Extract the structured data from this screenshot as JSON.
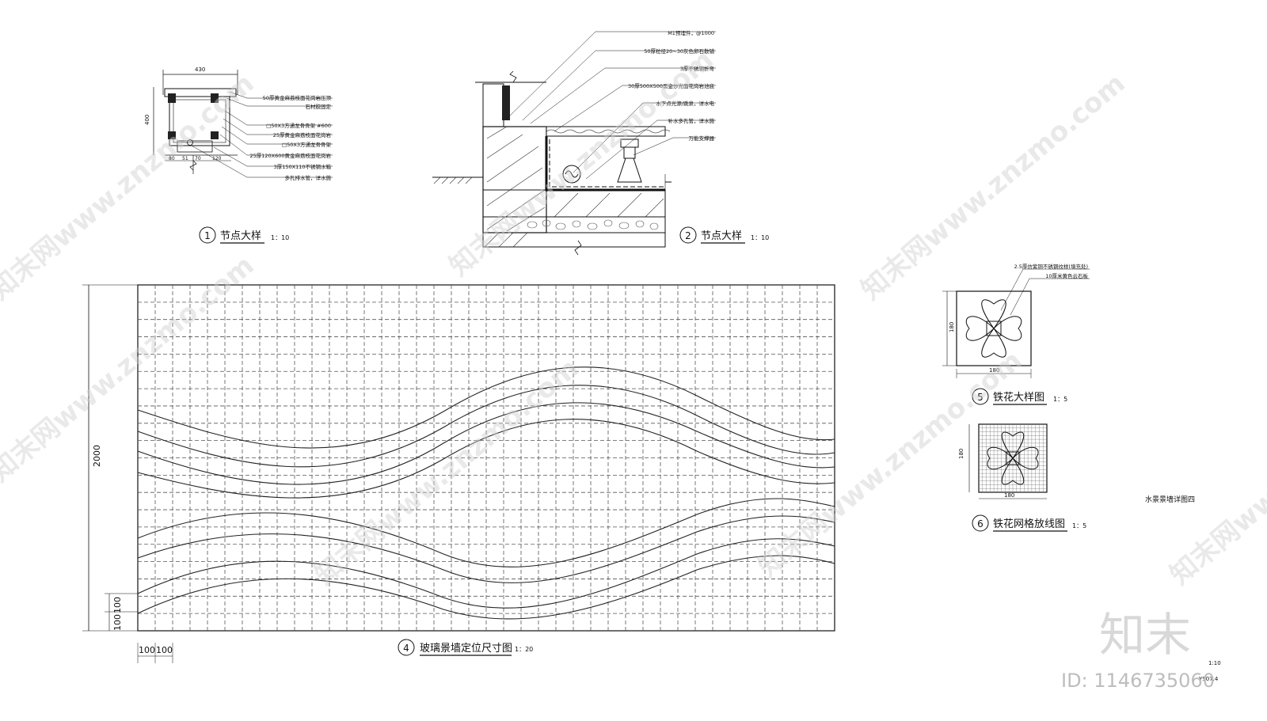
{
  "detail1": {
    "number": "1",
    "title": "节点大样",
    "scale": "1：10",
    "dim_top": "430",
    "dim_side": "400",
    "dims_bottom": [
      "80",
      "51",
      "70",
      "120"
    ],
    "notes": [
      "50厚黄金麻荔枝面花岗岩压顶",
      "石材胶固定",
      "□50X3方通龙骨骨架 #600",
      "25厚黄金麻荔枝面花岗岩",
      "□50X3方通龙骨骨架",
      "25厚120X600黄金麻荔枝面花岗岩",
      "3厚150X110不锈钢水箱",
      "多孔排水管，详水施"
    ]
  },
  "detail2": {
    "number": "2",
    "title": "节点大样",
    "scale": "1：10",
    "notes": [
      "M1预埋件，@1000",
      "50厚粒径20~30灰色卵石散铺",
      "3厚不锈钢折弯",
      "30厚500X500黑金沙光面花岗岩池底",
      "水下点光源/跳泉，详水电",
      "补水多孔管，详水施",
      "万能支撑器"
    ]
  },
  "detail4": {
    "number": "4",
    "title": "玻璃景墙定位尺寸图",
    "scale": "1：20",
    "dim_height": "2000",
    "dims_left": [
      "100",
      "100"
    ],
    "dims_bottom": [
      "100",
      "100"
    ]
  },
  "detail5": {
    "number": "5",
    "title": "铁花大样图",
    "scale": "1：5",
    "dim_w": "180",
    "dim_h": "180",
    "notes": [
      "2.5厚仿紫铜不锈钢纹样(填充处)",
      "10厚米黄色云石板"
    ]
  },
  "detail6": {
    "number": "6",
    "title": "铁花网格放线图",
    "scale": "1：5",
    "dim_w": "180",
    "dim_h": "180"
  },
  "sheet": {
    "name": "水景景墙详图四",
    "scale_note": "1:10",
    "code": "YS07.4"
  },
  "watermark": {
    "text": "知末网www.znzmo.com",
    "logo": "知末",
    "id": "ID: 1146735060"
  }
}
